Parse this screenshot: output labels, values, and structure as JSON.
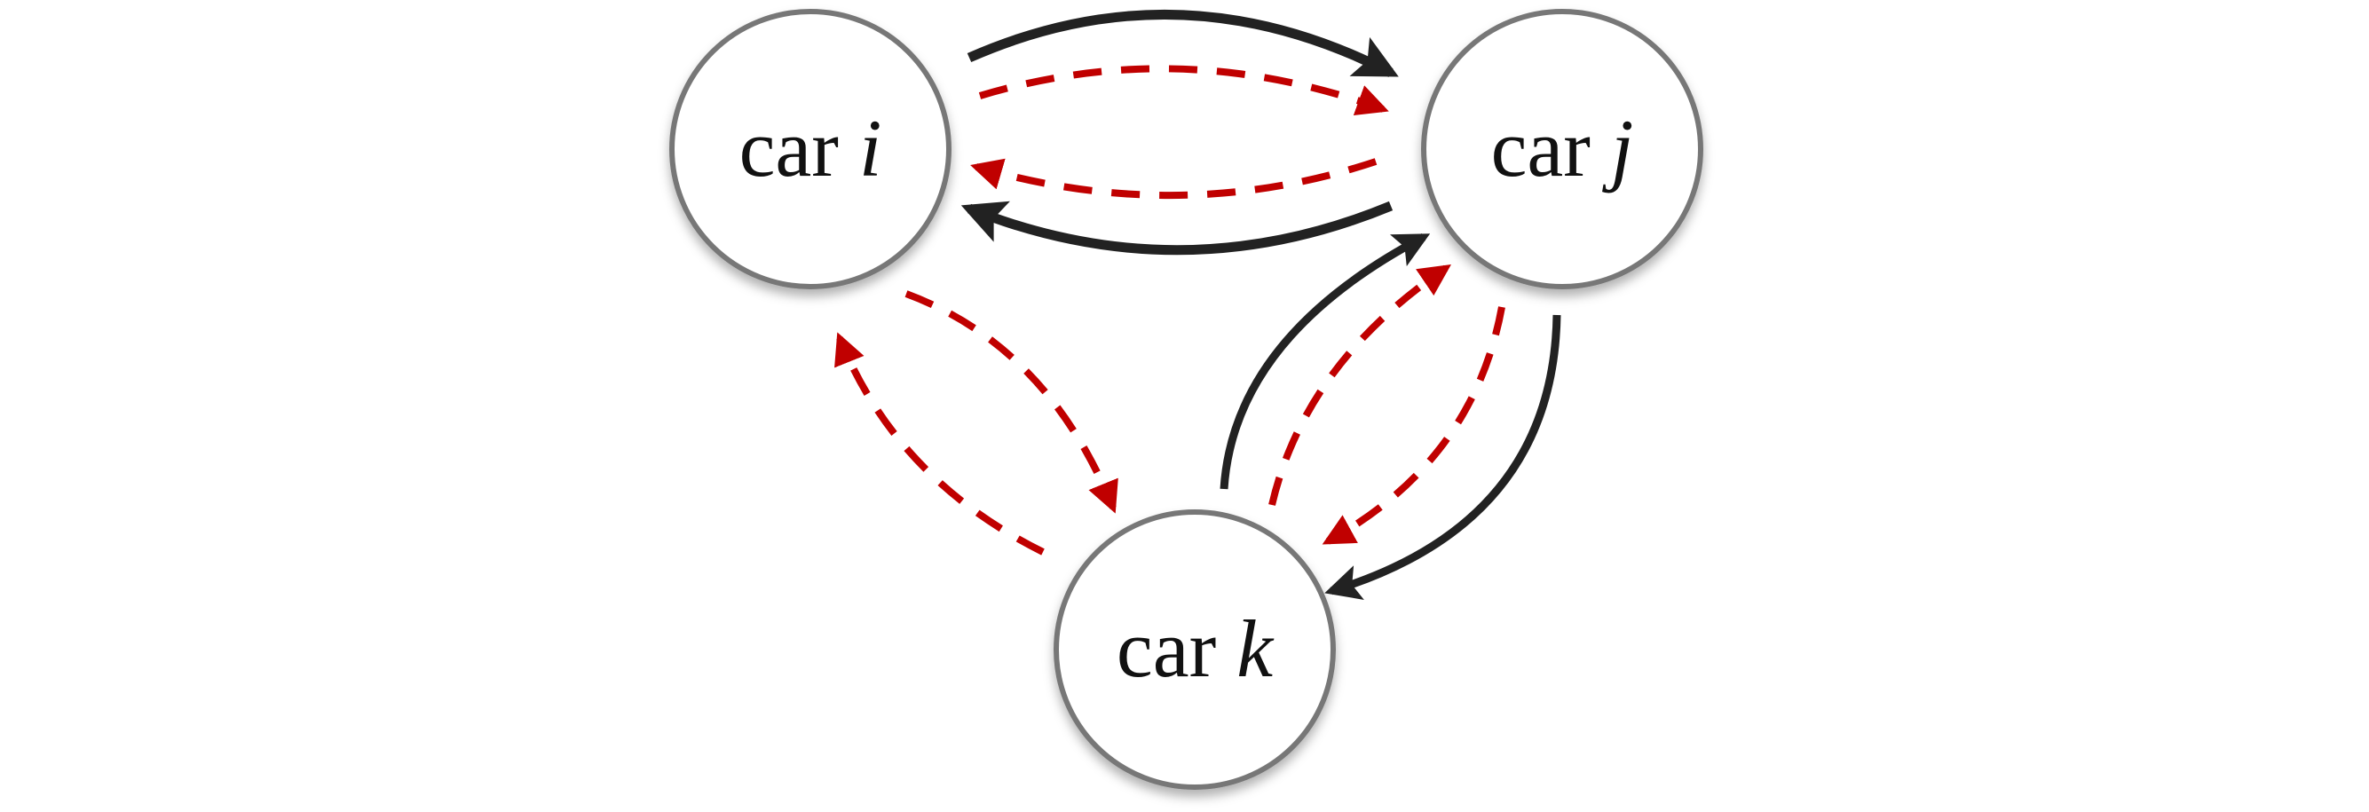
{
  "nodes": [
    {
      "id": "i",
      "prefix": "car",
      "var": "i"
    },
    {
      "id": "j",
      "prefix": "car",
      "var": "j"
    },
    {
      "id": "k",
      "prefix": "car",
      "var": "k"
    }
  ],
  "colors": {
    "solid": "#222222",
    "dashed": "#c00000",
    "node_stroke": "#777777"
  }
}
